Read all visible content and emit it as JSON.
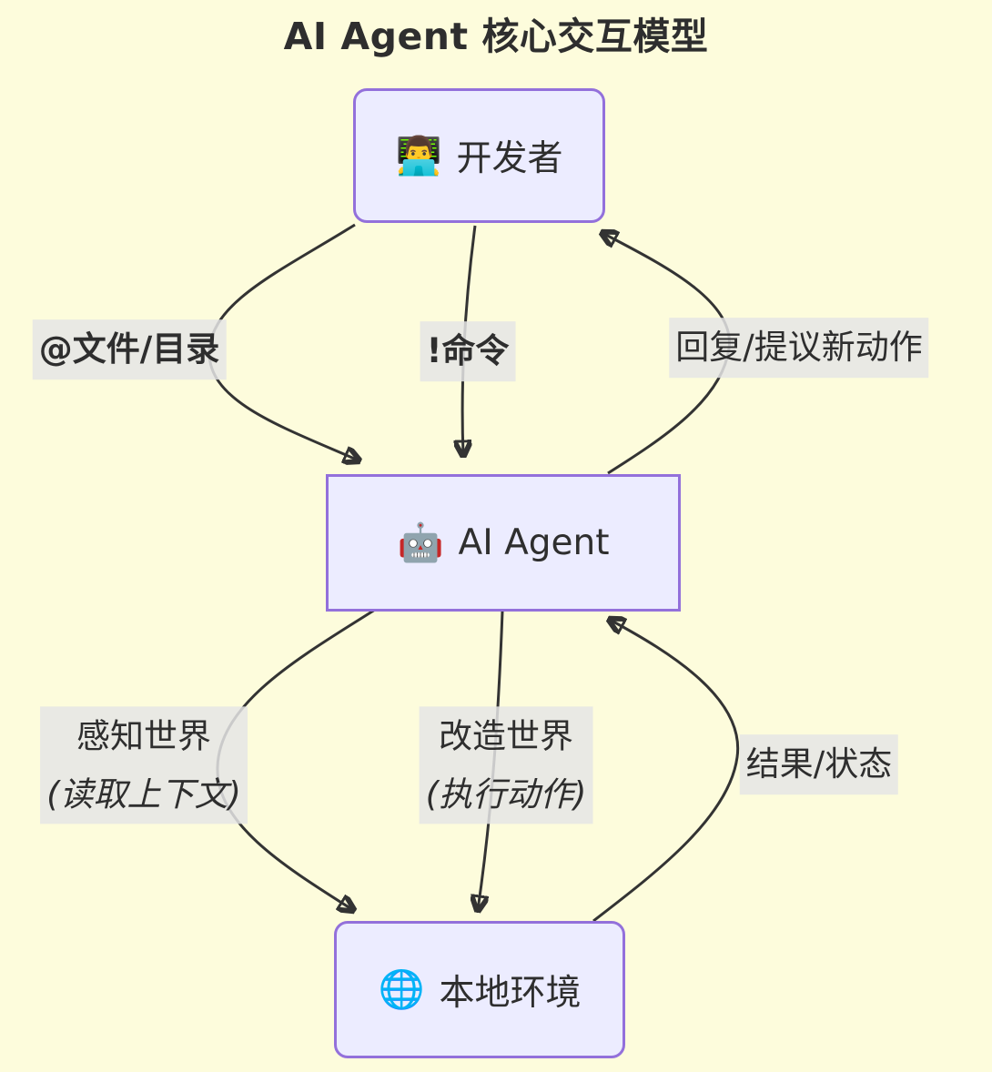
{
  "title": "AI Agent 核心交互模型",
  "colors": {
    "background": "#FDFCDC",
    "node_fill": "#ECECFF",
    "node_border": "#9370DB",
    "edge": "#333333",
    "label_bg": "#E8E8E8",
    "text": "#2E2E2E"
  },
  "nodes": [
    {
      "id": "developer",
      "icon": "👨‍💻",
      "icon_name": "developer-emoji",
      "label": "开发者"
    },
    {
      "id": "agent",
      "icon": "🤖",
      "icon_name": "robot-emoji",
      "label": "AI Agent"
    },
    {
      "id": "environment",
      "icon": "🌐",
      "icon_name": "globe-emoji",
      "label": "本地环境"
    }
  ],
  "edges": [
    {
      "from": "developer",
      "to": "agent",
      "label": "@文件/目录",
      "bold": true
    },
    {
      "from": "developer",
      "to": "agent",
      "label": "!命令",
      "bold": true
    },
    {
      "from": "agent",
      "to": "developer",
      "label": "回复/提议新动作",
      "bold": false
    },
    {
      "from": "agent",
      "to": "environment",
      "label": "感知世界",
      "sublabel": "(读取上下文)",
      "bold": false
    },
    {
      "from": "agent",
      "to": "environment",
      "label": "改造世界",
      "sublabel": "(执行动作)",
      "bold": false
    },
    {
      "from": "environment",
      "to": "agent",
      "label": "结果/状态",
      "bold": false
    }
  ]
}
